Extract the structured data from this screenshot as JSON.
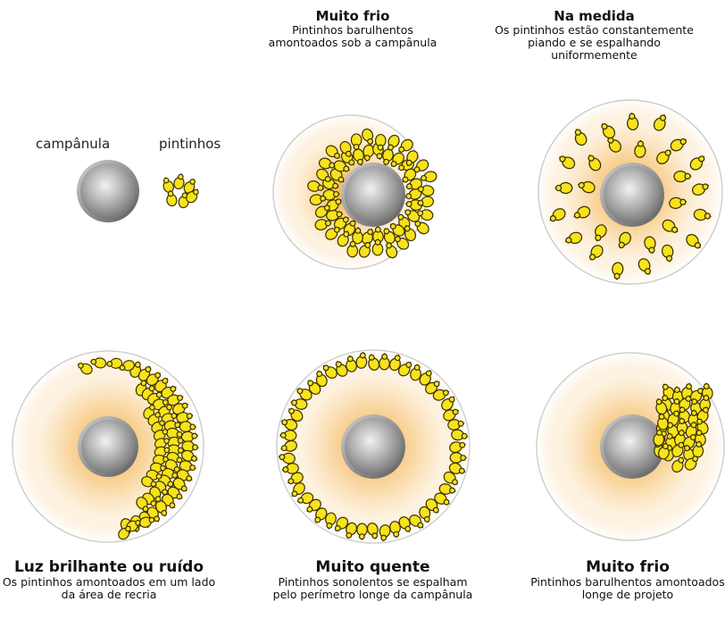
{
  "legend": {
    "brooder_label": "campânula",
    "chicks_label": "pintinhos"
  },
  "panels": {
    "top_middle": {
      "title": "Muito frio",
      "description": "Pintinhos barulhentos amontoados sob a campânula"
    },
    "top_right": {
      "title": "Na medida",
      "description": "Os pintinhos estão constantemente piando e se espalhando uniformemente"
    },
    "bottom_left": {
      "title": "Luz brilhante ou ruído",
      "description": "Os pintinhos amontoados em um lado da área de recria"
    },
    "bottom_middle": {
      "title": "Muito quente",
      "description": "Pintinhos sonolentos se espalham pelo perímetro longe da campânula"
    },
    "bottom_right": {
      "title": "Muito frio",
      "description": "Pintinhos barulhentos amontoados longe de projeto"
    }
  },
  "colors": {
    "heat_glow": "#f6c77a",
    "chick_fill": "#f7e21b",
    "chick_outline": "#3a3000",
    "brooder_metal": "#9b9b9b",
    "enclosure_outline": "#c9c9c9"
  }
}
